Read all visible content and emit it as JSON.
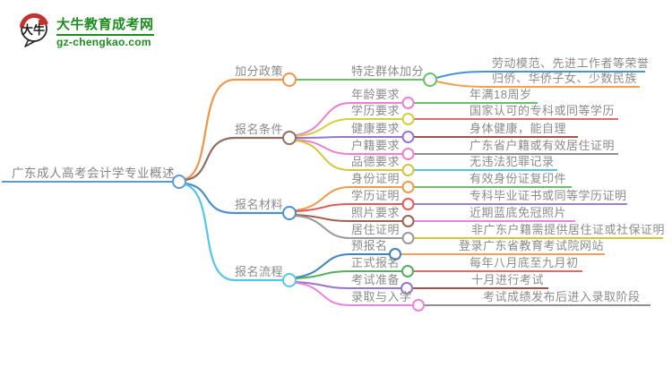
{
  "logo": {
    "brand_name": "大牛教育成考网",
    "domain": "gz-chengkao.com",
    "mark_text": "大牛"
  },
  "mindmap": {
    "root": {
      "label": "广东成人高考会计学专业概述"
    },
    "branches": [
      {
        "label": "加分政策",
        "children": [
          {
            "label": "特定群体加分",
            "leaves": [
              {
                "label": "劳动模范、先进工作者等荣誉"
              },
              {
                "label": "归侨、华侨子女、少数民族"
              }
            ]
          }
        ]
      },
      {
        "label": "报名条件",
        "children": [
          {
            "label": "年龄要求",
            "leaves": [
              {
                "label": "年满18周岁"
              }
            ]
          },
          {
            "label": "学历要求",
            "leaves": [
              {
                "label": "国家认可的专科或同等学历"
              }
            ]
          },
          {
            "label": "健康要求",
            "leaves": [
              {
                "label": "身体健康，能自理"
              }
            ]
          },
          {
            "label": "户籍要求",
            "leaves": [
              {
                "label": "广东省户籍或有效居住证明"
              }
            ]
          },
          {
            "label": "品德要求",
            "leaves": [
              {
                "label": "无违法犯罪记录"
              }
            ]
          }
        ]
      },
      {
        "label": "报名材料",
        "children": [
          {
            "label": "身份证明",
            "leaves": [
              {
                "label": "有效身份证复印件"
              }
            ]
          },
          {
            "label": "学历证明",
            "leaves": [
              {
                "label": "专科毕业证书或同等学历证明"
              }
            ]
          },
          {
            "label": "照片要求",
            "leaves": [
              {
                "label": "近期蓝底免冠照片"
              }
            ]
          },
          {
            "label": "居住证明",
            "leaves": [
              {
                "label": "非广东户籍需提供居住证或社保证明"
              }
            ]
          }
        ]
      },
      {
        "label": "报名流程",
        "children": [
          {
            "label": "预报名",
            "leaves": [
              {
                "label": "登录广东省教育考试院网站"
              }
            ]
          },
          {
            "label": "正式报名",
            "leaves": [
              {
                "label": "每年八月底至九月初"
              }
            ]
          },
          {
            "label": "考试准备",
            "leaves": [
              {
                "label": "十月进行考试"
              }
            ]
          },
          {
            "label": "录取与入学",
            "leaves": [
              {
                "label": "考试成绩发布后进入录取阶段"
              }
            ]
          }
        ]
      }
    ],
    "colors": {
      "root_line": "#5b9bd5",
      "branch_bonus": "#f0944a",
      "branch_conditions": "#8d6e63",
      "branch_materials": "#4a90d2",
      "branch_process": "#54c6e8",
      "green": "#6abf69",
      "red": "#e06a6a",
      "dark_red": "#a0524d",
      "purple": "#9575cd",
      "violet": "#9b7fd4",
      "pink": "#ee82d9",
      "magenta": "#ed7fd0",
      "yellow": "#d4c63c",
      "yellow_green": "#cfd23a",
      "gray": "#8f8f8f",
      "blue": "#4a90d9",
      "orange": "#f5a04c",
      "cyan": "#52c5e0",
      "logo_green": "#1e8c1e",
      "logo_red": "#c4332b"
    }
  }
}
